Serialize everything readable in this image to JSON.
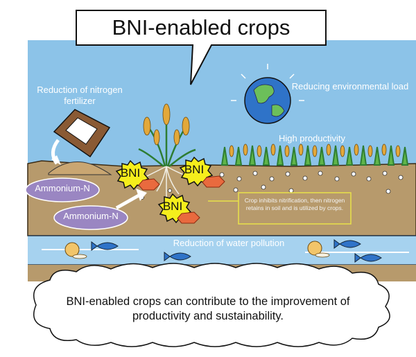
{
  "title": "BNI-enabled crops",
  "labels": {
    "fertilizer": "Reduction of nitrogen fertilizer",
    "environment": "Reducing environmental load",
    "productivity": "High productivity",
    "water": "Reduction of water pollution",
    "ammonium_1": "Ammonium-N",
    "ammonium_2": "Ammonium-N",
    "note": "Crop inhibits nitrification, then nitrogen retains in soil and is utilized by crops.",
    "bni_1": "BNI",
    "bni_2": "BNI",
    "bni_3": "BNI"
  },
  "footer": "BNI-enabled crops can contribute to the improvement of productivity and sustainability.",
  "colors": {
    "sky": "#8cc3e8",
    "soil": "#b79a6c",
    "water": "#a6d2ef",
    "bni_burst": "#f5ee1c",
    "ammonium": "#9a86c2",
    "note_border": "#e9e24a"
  }
}
